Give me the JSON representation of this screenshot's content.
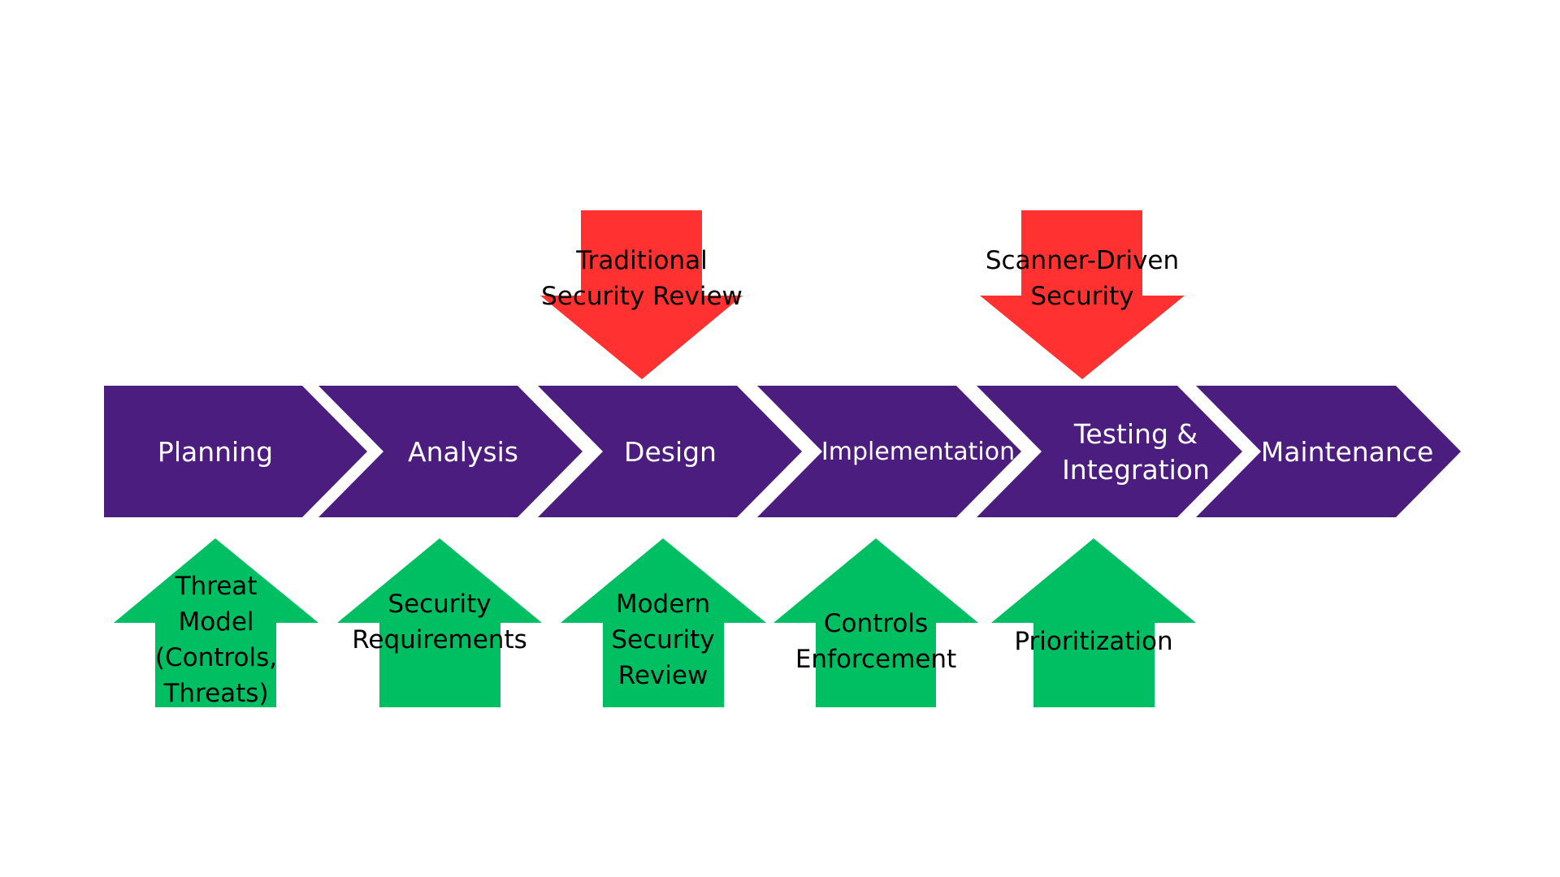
{
  "colors": {
    "background": "#ffffff",
    "stage": "#4a1d7e",
    "stage_text": "#ffffff",
    "traditional_arrow": "#ff3131",
    "modern_arrow": "#00bf63",
    "arrow_text": "#000000"
  },
  "stages": [
    {
      "label": "Planning"
    },
    {
      "label": "Analysis"
    },
    {
      "label": "Design"
    },
    {
      "label": "Implementation"
    },
    {
      "label": "Testing & Integration"
    },
    {
      "label": "Maintenance"
    }
  ],
  "traditional_arrows": [
    {
      "label": "Traditional Security Review",
      "stage": 2
    },
    {
      "label": "Scanner-Driven Security",
      "stage": 4
    }
  ],
  "modern_arrows": [
    {
      "label": "Threat Model (Controls, Threats)",
      "stage": 0
    },
    {
      "label": "Security Requirements",
      "stage": 1
    },
    {
      "label": "Modern Security Review",
      "stage": 2
    },
    {
      "label": "Controls Enforcement",
      "stage": 3
    },
    {
      "label": "Prioritization",
      "stage": 4
    }
  ]
}
